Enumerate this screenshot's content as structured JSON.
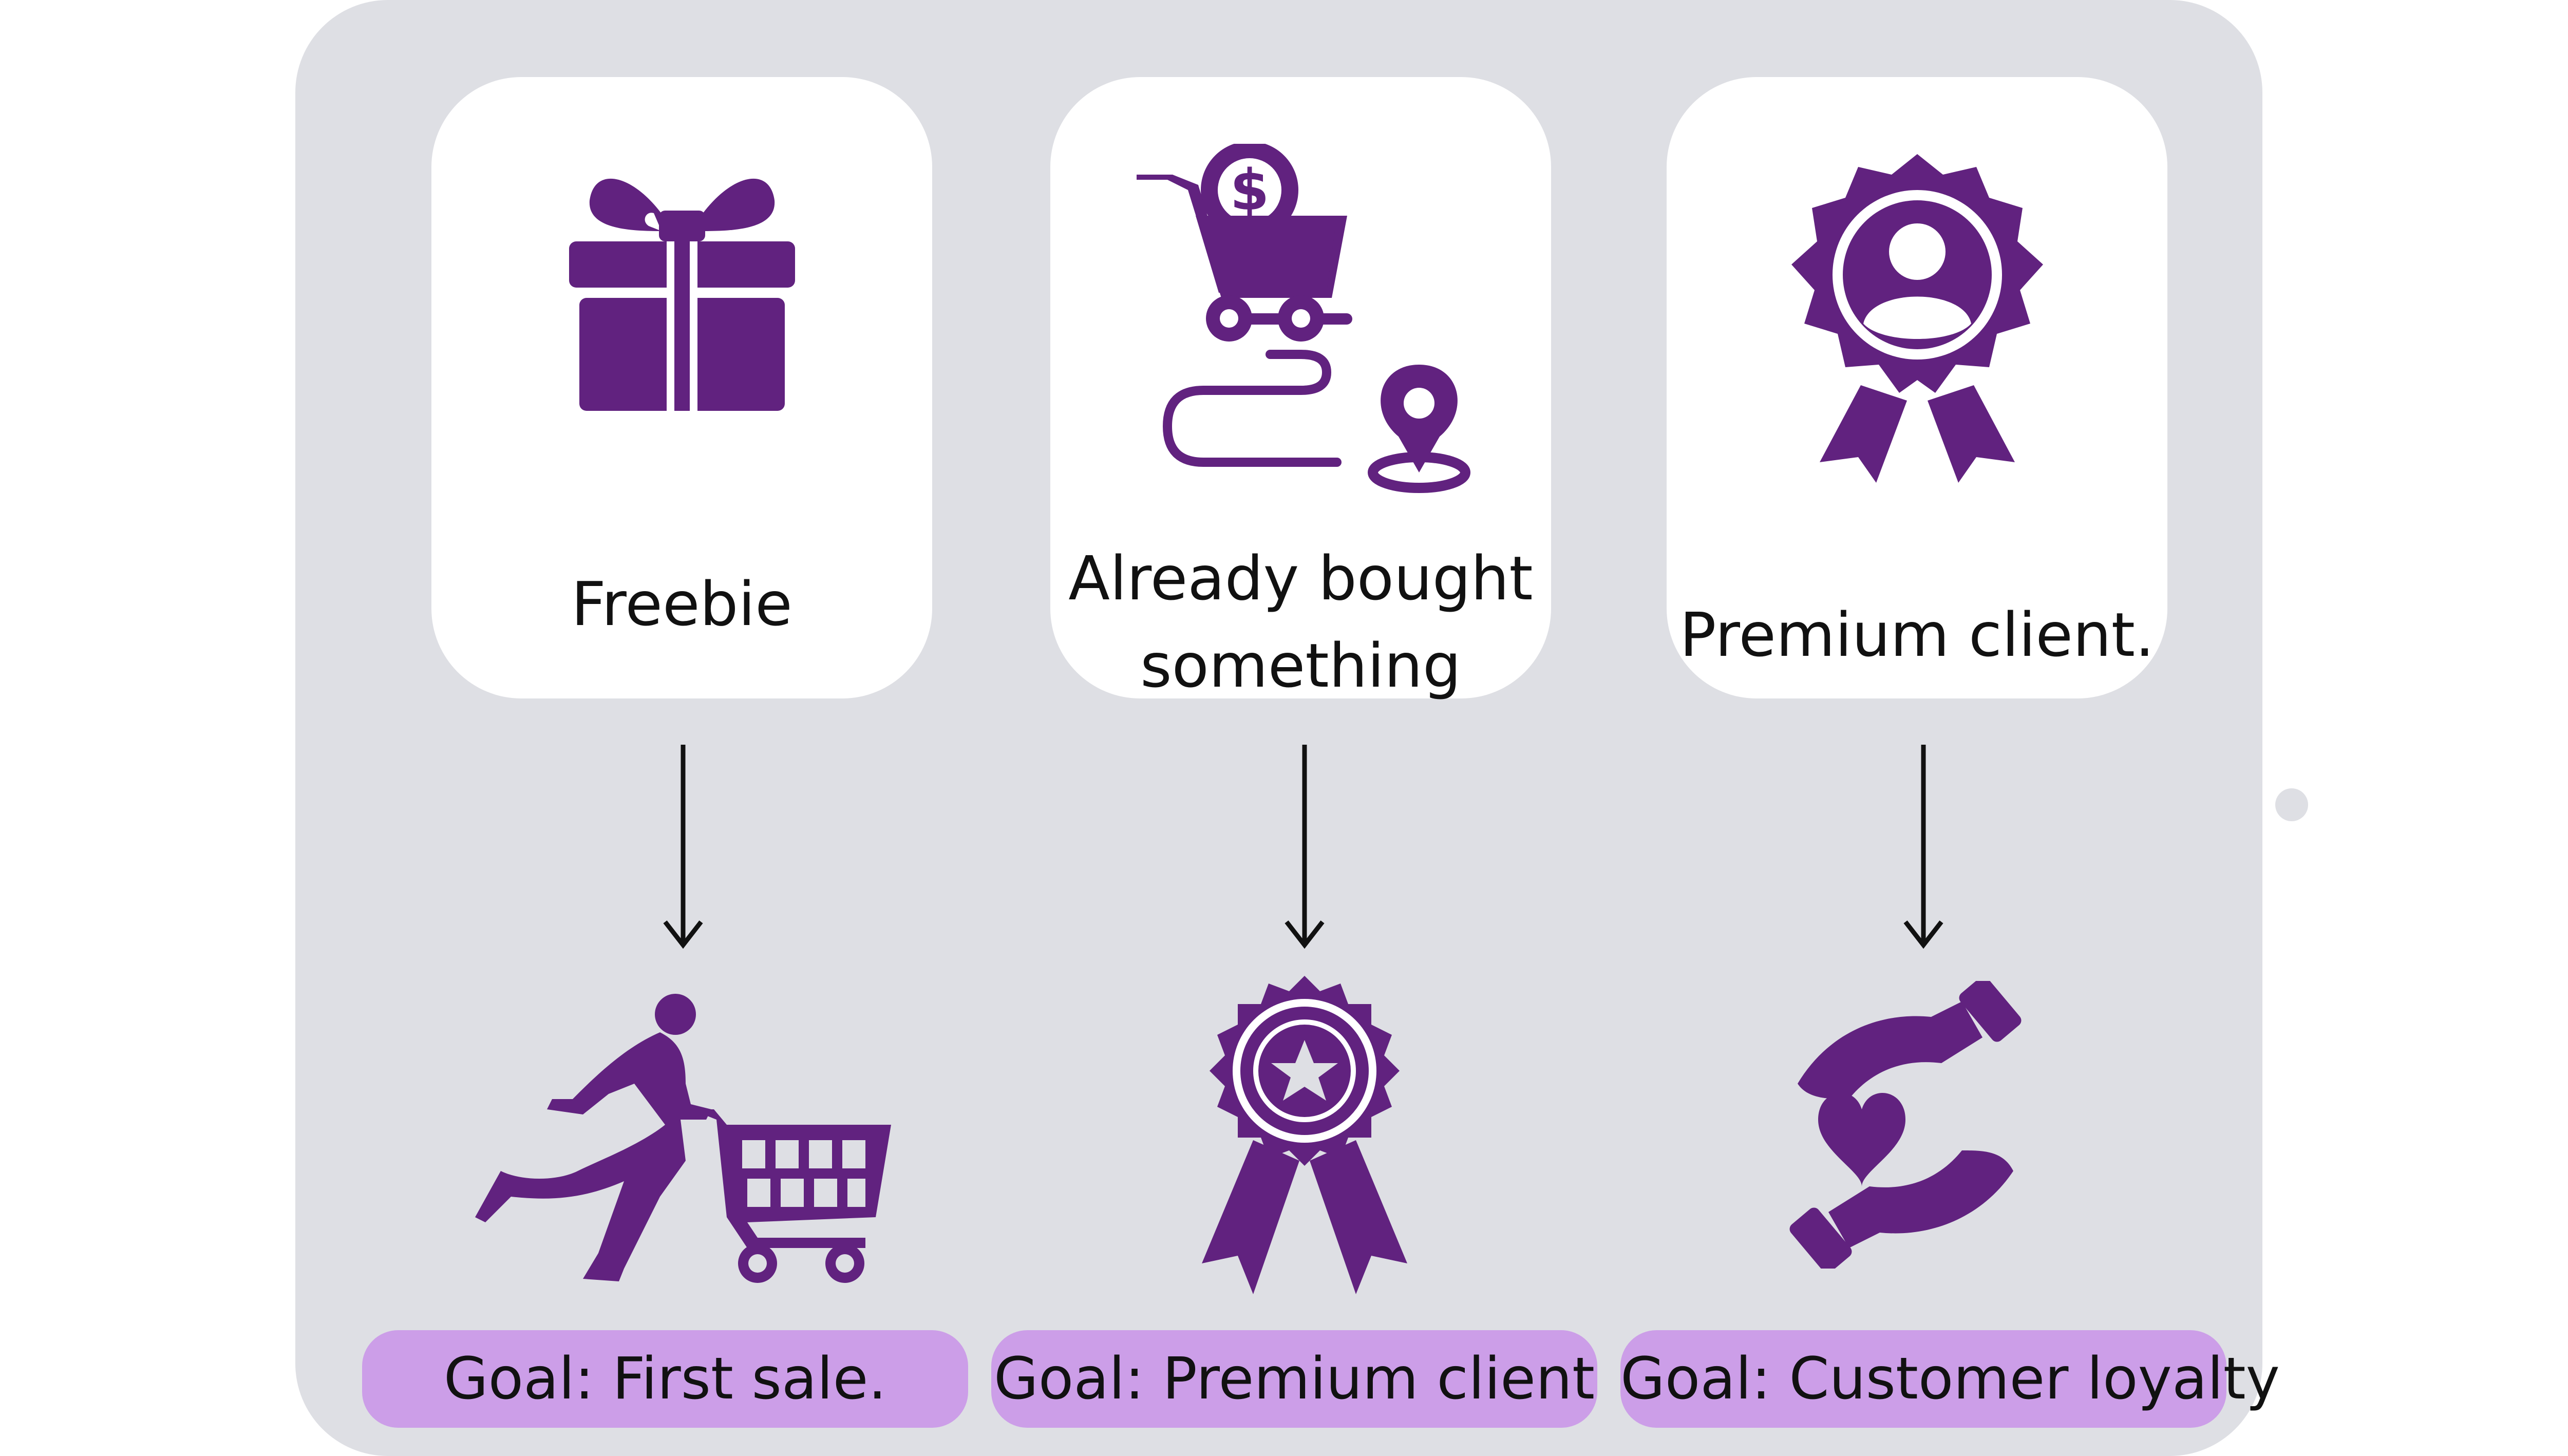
{
  "colors": {
    "panel": "#dedfe4",
    "card": "#ffffff",
    "icon": "#61227f",
    "pill": "#cc9ee8",
    "text": "#111111"
  },
  "stages": [
    {
      "label": "Freebie",
      "icon": "gift-icon"
    },
    {
      "label_line1": "Already bought",
      "label_line2": "something",
      "icon": "cart-journey-icon"
    },
    {
      "label": "Premium client.",
      "icon": "badge-person-icon"
    }
  ],
  "goals": [
    {
      "label": "Goal: First sale.",
      "icon": "man-pushing-cart-icon"
    },
    {
      "label": "Goal: Premium client",
      "icon": "star-ribbon-icon"
    },
    {
      "label": "Goal: Customer loyalty",
      "icon": "hands-heart-icon"
    }
  ]
}
